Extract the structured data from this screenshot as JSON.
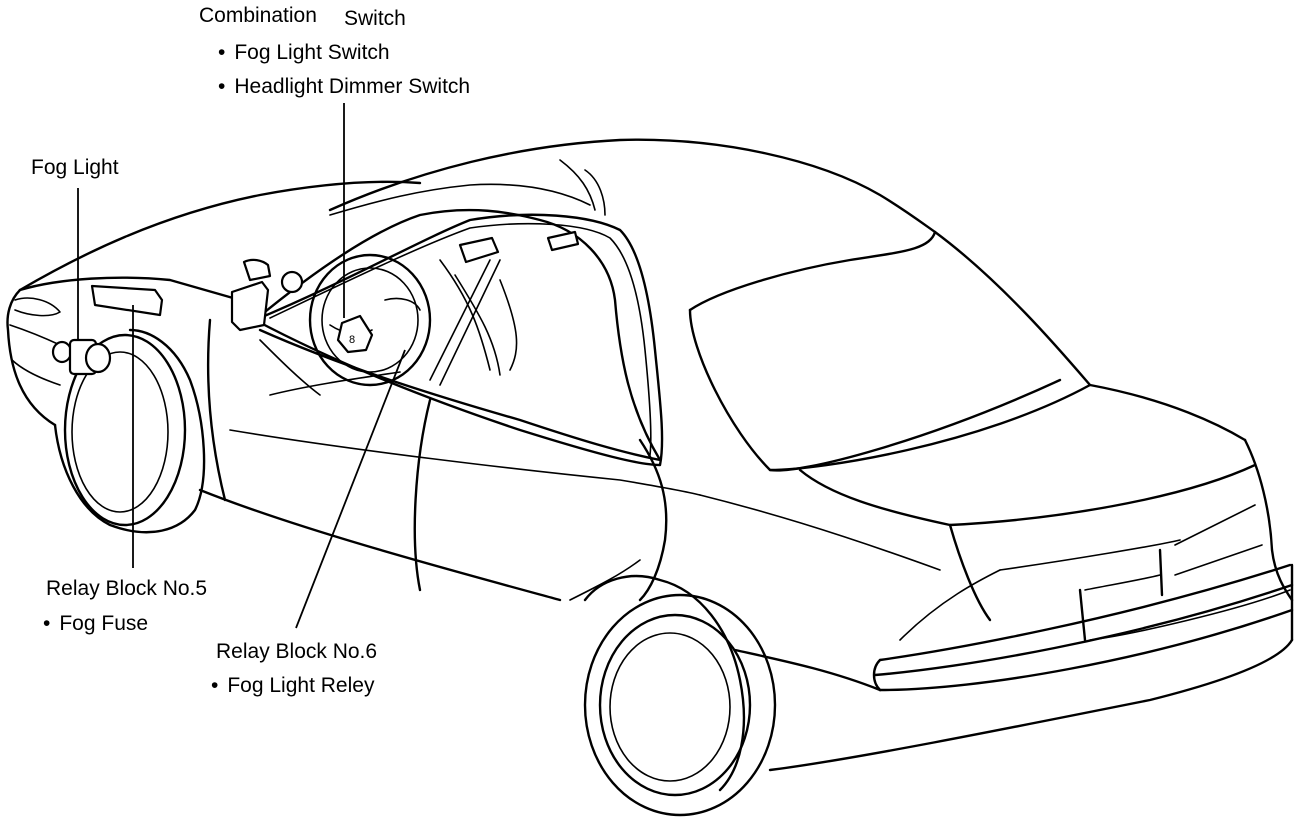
{
  "labels": {
    "combination_switch": "Combination",
    "combination_switch_2": "Switch",
    "fog_light_switch": "Fog Light Switch",
    "headlight_dimmer_switch": "Headlight Dimmer Switch",
    "fog_light": "Fog Light",
    "relay_block_5": "Relay Block No.5",
    "fog_fuse": "Fog Fuse",
    "relay_block_6": "Relay Block No.6",
    "fog_light_relay": "Fog Light Reley"
  },
  "relay_tag": "8",
  "colors": {
    "ink": "#000000",
    "paper": "#ffffff"
  }
}
